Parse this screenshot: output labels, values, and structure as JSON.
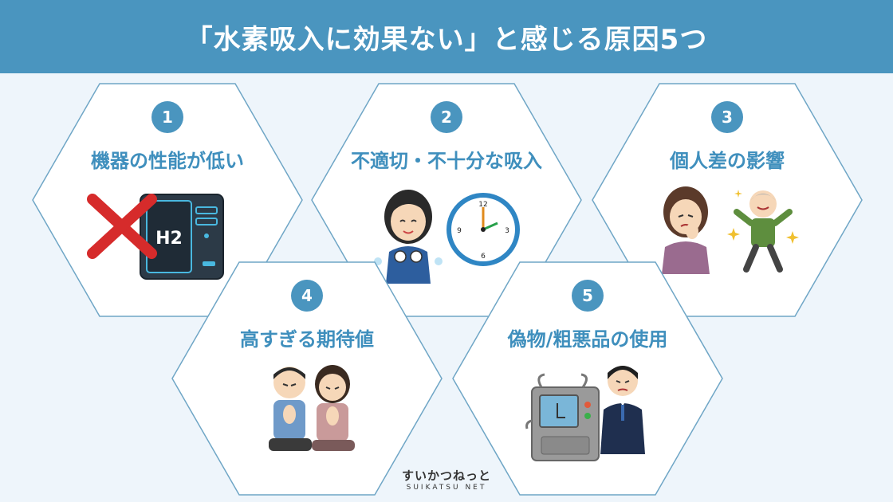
{
  "header": {
    "title": "「水素吸入に効果ない」と感じる原因5つ"
  },
  "colors": {
    "banner": "#4a95bf",
    "accent": "#3f8fbd",
    "background": "#eef5fb",
    "hex_border": "#6fa6c6"
  },
  "causes": [
    {
      "number": "1",
      "title": "機器の性能が低い",
      "device_label": "H2"
    },
    {
      "number": "2",
      "title": "不適切・不十分な吸入"
    },
    {
      "number": "3",
      "title": "個人差の影響"
    },
    {
      "number": "4",
      "title": "高すぎる期待値"
    },
    {
      "number": "5",
      "title": "偽物/粗悪品の使用"
    }
  ],
  "logo": {
    "text": "すいかつねっと",
    "subtext": "SUIKATSU NET"
  }
}
